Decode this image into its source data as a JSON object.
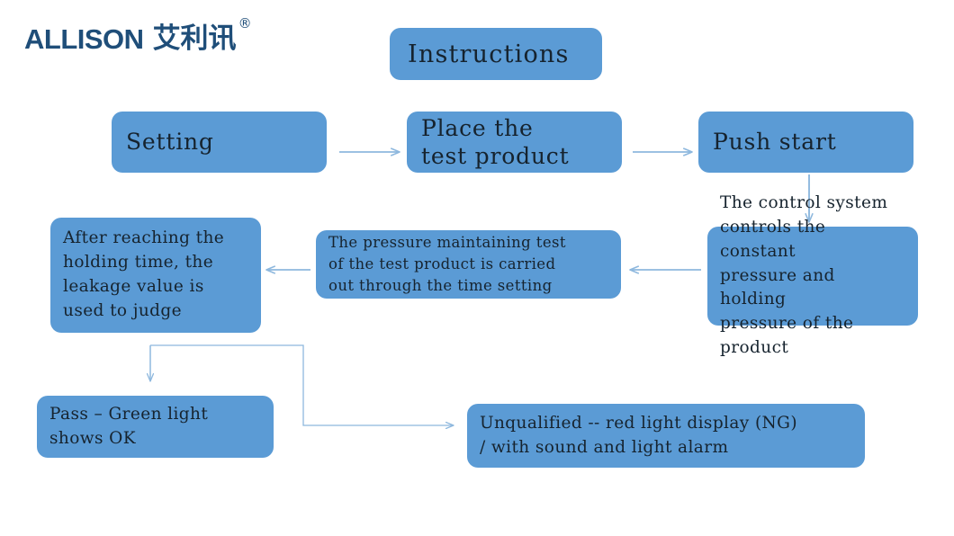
{
  "page": {
    "background_color": "#FFFFFF",
    "box_fill_color": "#5B9BD5",
    "box_text_color": "#16232E",
    "connector_color": "#8EB8DE",
    "logo_color": "#1F4E79"
  },
  "logo": {
    "wordmark": "ALLISON",
    "cjk": "艾利讯",
    "registered_mark": "®"
  },
  "title_box": {
    "label": "Instructions"
  },
  "nodes": [
    {
      "id": "setting",
      "label": "Setting"
    },
    {
      "id": "place",
      "label": "Place the\ntest product"
    },
    {
      "id": "push",
      "label": "Push start"
    },
    {
      "id": "control",
      "label": "The control system\ncontrols the constant\npressure and holding\npressure of the\nproduct"
    },
    {
      "id": "maintain",
      "label": "The pressure maintaining test\nof the test product is carried\nout through the time setting"
    },
    {
      "id": "leakage",
      "label": "After reaching the\nholding time, the\nleakage value is\nused to judge"
    },
    {
      "id": "pass",
      "label": "Pass – Green light\nshows OK"
    },
    {
      "id": "unqualified",
      "label": "Unqualified -- red light display (NG)\n/ with sound and light alarm"
    }
  ],
  "connectors": [
    {
      "id": "setting-to-place",
      "from": "setting",
      "to": "place",
      "direction": "right"
    },
    {
      "id": "place-to-push",
      "from": "place",
      "to": "push",
      "direction": "right"
    },
    {
      "id": "push-to-control",
      "from": "push",
      "to": "control",
      "direction": "down"
    },
    {
      "id": "control-to-maintain",
      "from": "control",
      "to": "maintain",
      "direction": "left"
    },
    {
      "id": "maintain-to-leakage",
      "from": "maintain",
      "to": "leakage",
      "direction": "left"
    },
    {
      "id": "leakage-to-pass",
      "from": "leakage",
      "to": "pass",
      "direction": "down"
    },
    {
      "id": "leakage-to-unqualified",
      "from": "leakage",
      "to": "unqualified",
      "direction": "elbow-right"
    }
  ]
}
